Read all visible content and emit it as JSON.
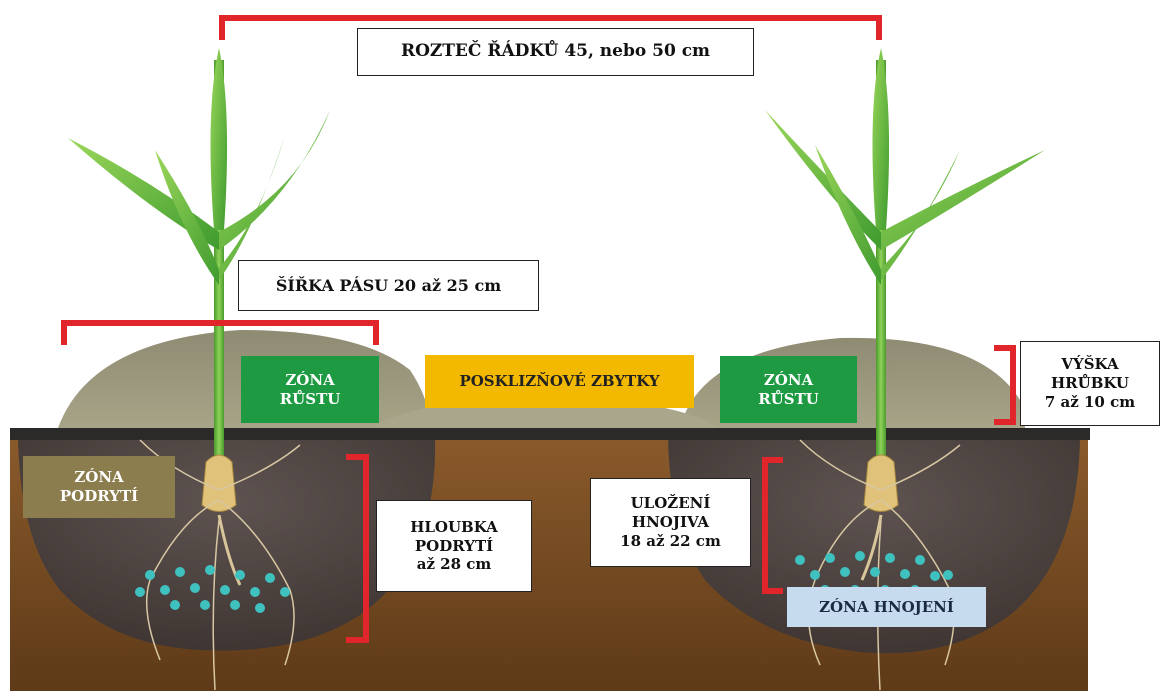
{
  "labels": {
    "row_spacing": "ROZTEČ ŘÁDKŮ 45, nebo 50 cm",
    "strip_width": "ŠÍŘKA PÁSU 20 až 25 cm",
    "growth_zone_left": "ZÓNA\nRŮSTU",
    "crop_residue": "POSKLIZŇOVÉ ZBYTKY",
    "growth_zone_right": "ZÓNA\nRŮSTU",
    "ridge_height": "VÝŠKA\nHRŮBKU\n7 až 10 cm",
    "tillage_zone": "ZÓNA\nPODRYTÍ",
    "tillage_depth": "HLOUBKA\nPODRYTÍ\naž 28 cm",
    "fertilizer_placement": "ULOŽENÍ\nHNOJIVA\n18 až 22 cm",
    "fertilizer_zone": "ZÓNA HNOJENÍ"
  },
  "colors": {
    "bracket_red": "#e0262b",
    "growth_green": "#1e9a43",
    "residue_gold": "#f3b800",
    "tillage_olive": "#8c7d4e",
    "fertilizer_blue": "#c7dbef",
    "fertilizer_dots": "#3fc1c0",
    "soil_brown": "#7a4a22",
    "stem_green": "#5fb83a"
  }
}
